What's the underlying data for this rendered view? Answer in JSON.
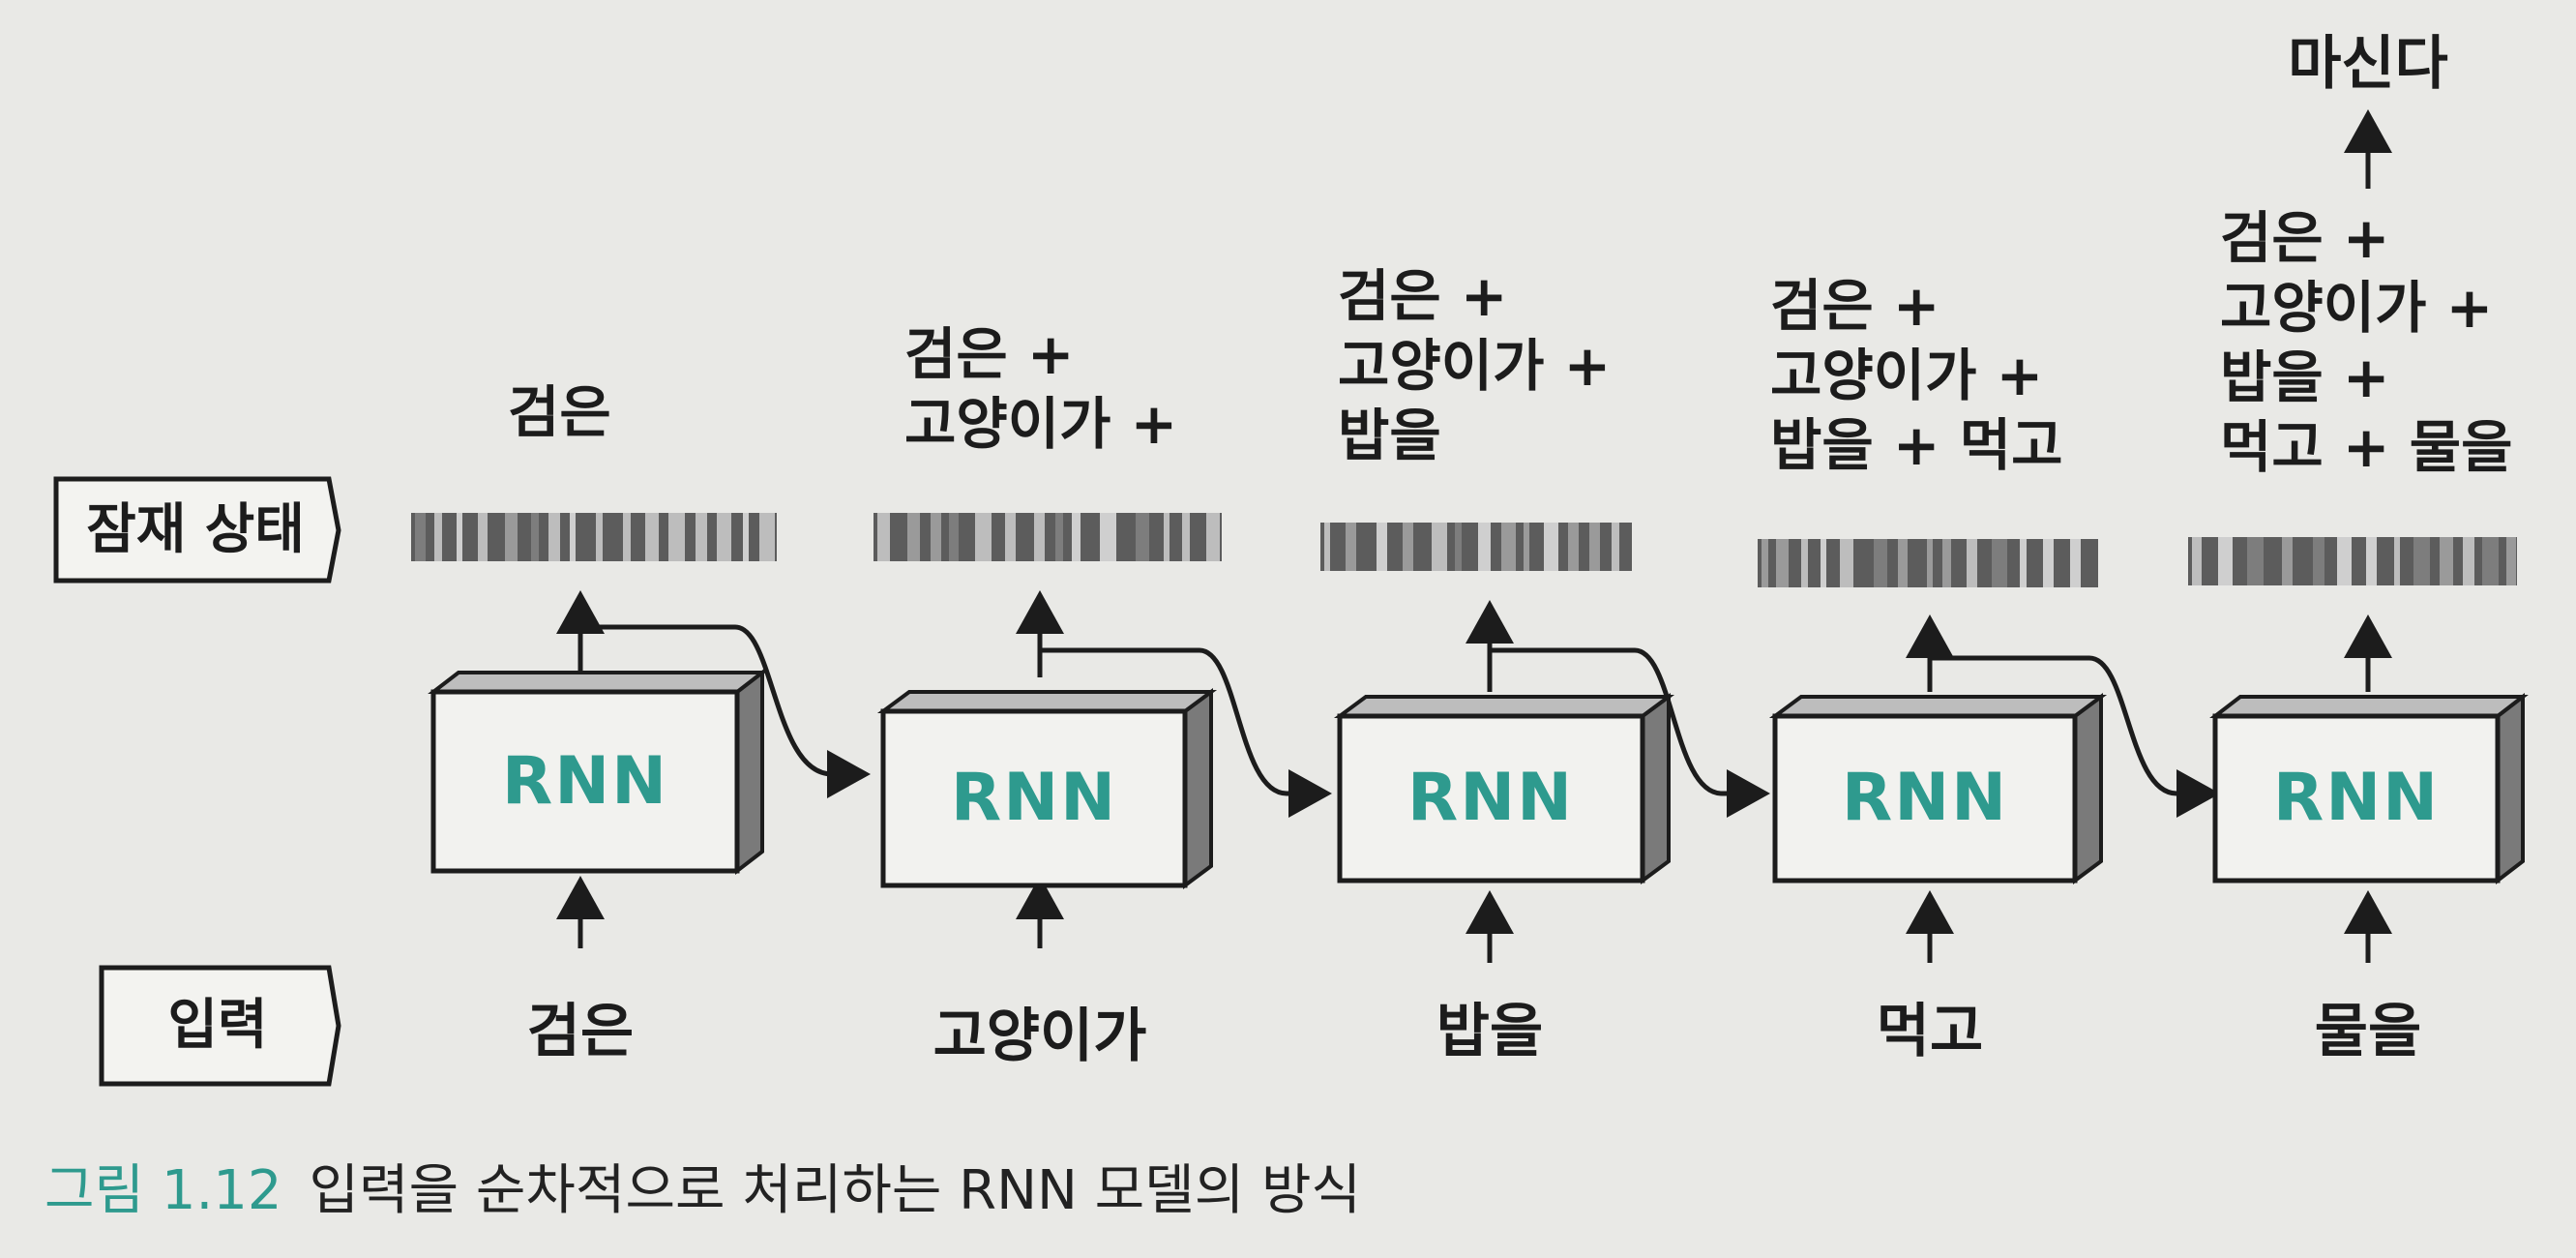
{
  "labels": {
    "hidden_state": "잠재 상태",
    "input": "입력"
  },
  "cells": [
    {
      "rnn_label": "RNN",
      "input": "검은",
      "state_text": "검은",
      "top_output": ""
    },
    {
      "rnn_label": "RNN",
      "input": "고양이가",
      "state_text": "검은 +\n고양이가 +",
      "top_output": ""
    },
    {
      "rnn_label": "RNN",
      "input": "밥을",
      "state_text": "검은 +\n고양이가 +\n밥을",
      "top_output": ""
    },
    {
      "rnn_label": "RNN",
      "input": "먹고",
      "state_text": "검은 +\n고양이가 +\n밥을 + 먹고",
      "top_output": ""
    },
    {
      "rnn_label": "RNN",
      "input": "물을",
      "state_text": "검은 +\n고양이가 +\n밥을 +\n먹고 + 물을",
      "top_output": "마신다"
    }
  ],
  "caption": {
    "figure_number": "그림 1.12",
    "text": "입력을 순차적으로 처리하는 RNN 모델의 방식"
  },
  "colors": {
    "rnn_text": "#2e9a8e",
    "caption_number": "#2e9a8e",
    "box_fill": "#f2f2ef",
    "box_side": "#7a7a7a"
  }
}
